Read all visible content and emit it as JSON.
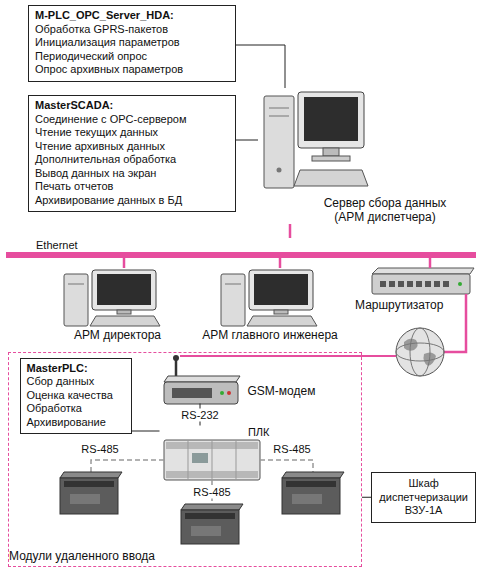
{
  "diagram": {
    "nodes": [
      {
        "text": [
          "M-PLC_OPC_Server_HDA:",
          "Обработка GPRS-пакетов",
          "Инициализация параметров",
          "Периодический опрос",
          "Опрос архивных параметров"
        ]
      },
      {
        "text": [
          "MasterSCADA:",
          "Соединение с OPC-сервером",
          "Чтение текущих данных",
          "Чтение архивных данных",
          "Дополнительная обработка",
          "Вывод данных на экран",
          "Печать отчетов",
          "Архивирование данных в БД"
        ]
      },
      {
        "text": [
          "Сервер сбора данных (АРМ диспетчера)"
        ]
      },
      {
        "text": [
          "Ethernet"
        ]
      },
      {
        "text": [
          "АРМ директора"
        ]
      },
      {
        "text": [
          "АРМ главного инженера"
        ]
      },
      {
        "text": [
          "Маршрутизатор"
        ]
      },
      {
        "text": [
          "Модули удаленного ввода"
        ]
      },
      {
        "text": [
          "MasterPLC:",
          "Сбор данных",
          "Оценка качества",
          "Обработка",
          "Архивирование"
        ],
        "in": 7
      },
      {
        "text": [
          "GSM-модем"
        ],
        "in": 7
      },
      {
        "text": [
          "ПЛК"
        ],
        "in": 7
      },
      {
        "text": [
          "Шкаф диспетчеризации ВЗУ-1А"
        ]
      }
    ],
    "edges": [
      {
        "from": 0,
        "to": 2,
        "arrow": "none"
      },
      {
        "from": 1,
        "to": 2,
        "arrow": "none"
      },
      {
        "from": 3,
        "to": 2,
        "arrow": "none"
      },
      {
        "from": 3,
        "to": 4,
        "arrow": "none"
      },
      {
        "from": 3,
        "to": 5,
        "arrow": "none"
      },
      {
        "from": 3,
        "to": 6,
        "arrow": "none"
      },
      {
        "from": 9,
        "to": 10,
        "label": "RS-232",
        "arrow": "none"
      },
      {
        "from": 8,
        "to": 10,
        "arrow": "none"
      },
      {
        "from": 11,
        "to": 7,
        "arrow": "none"
      }
    ],
    "labels": [
      "RS-485",
      "RS-485",
      "RS-485"
    ]
  }
}
